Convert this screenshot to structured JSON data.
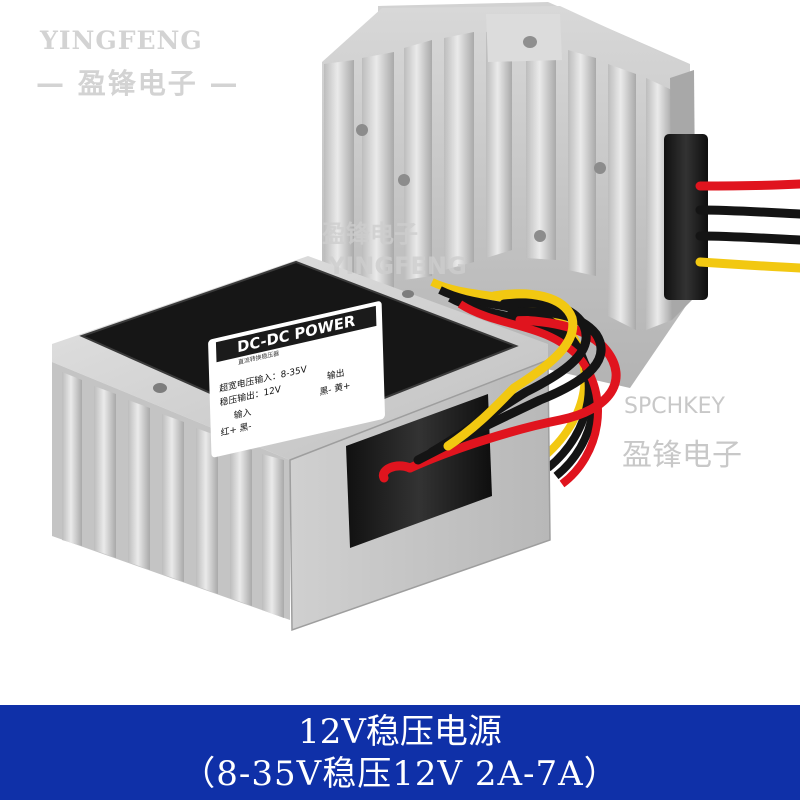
{
  "brand": {
    "name": "YINGFENG",
    "sub": "— 盈锋电子 —"
  },
  "watermarks": {
    "mid_cn": "盈锋电子",
    "mid_en": "YINGFENG",
    "right_en": "SPCHKEY",
    "right_cn": "盈锋电子"
  },
  "product_label": {
    "title": "DC-DC POWER",
    "subtitle": "直流转换稳压器",
    "input_range_label": "超宽电压输入：",
    "input_range": "8-35V",
    "output_label": "稳压输出：",
    "output_voltage": "12V",
    "input_wires_label": "输入",
    "input_wires": "红+ 黑-",
    "output_wires_label": "输出",
    "output_wires": "黑- 黄+"
  },
  "caption": {
    "line1": "12V稳压电源",
    "line2": "（8-35V稳压12V 2A-7A）"
  },
  "colors": {
    "caption_bg": "#0f30a8",
    "wire_red": "#e0141e",
    "wire_black": "#141414",
    "wire_yellow": "#f2c811",
    "aluminum": "#c8c8c8"
  }
}
